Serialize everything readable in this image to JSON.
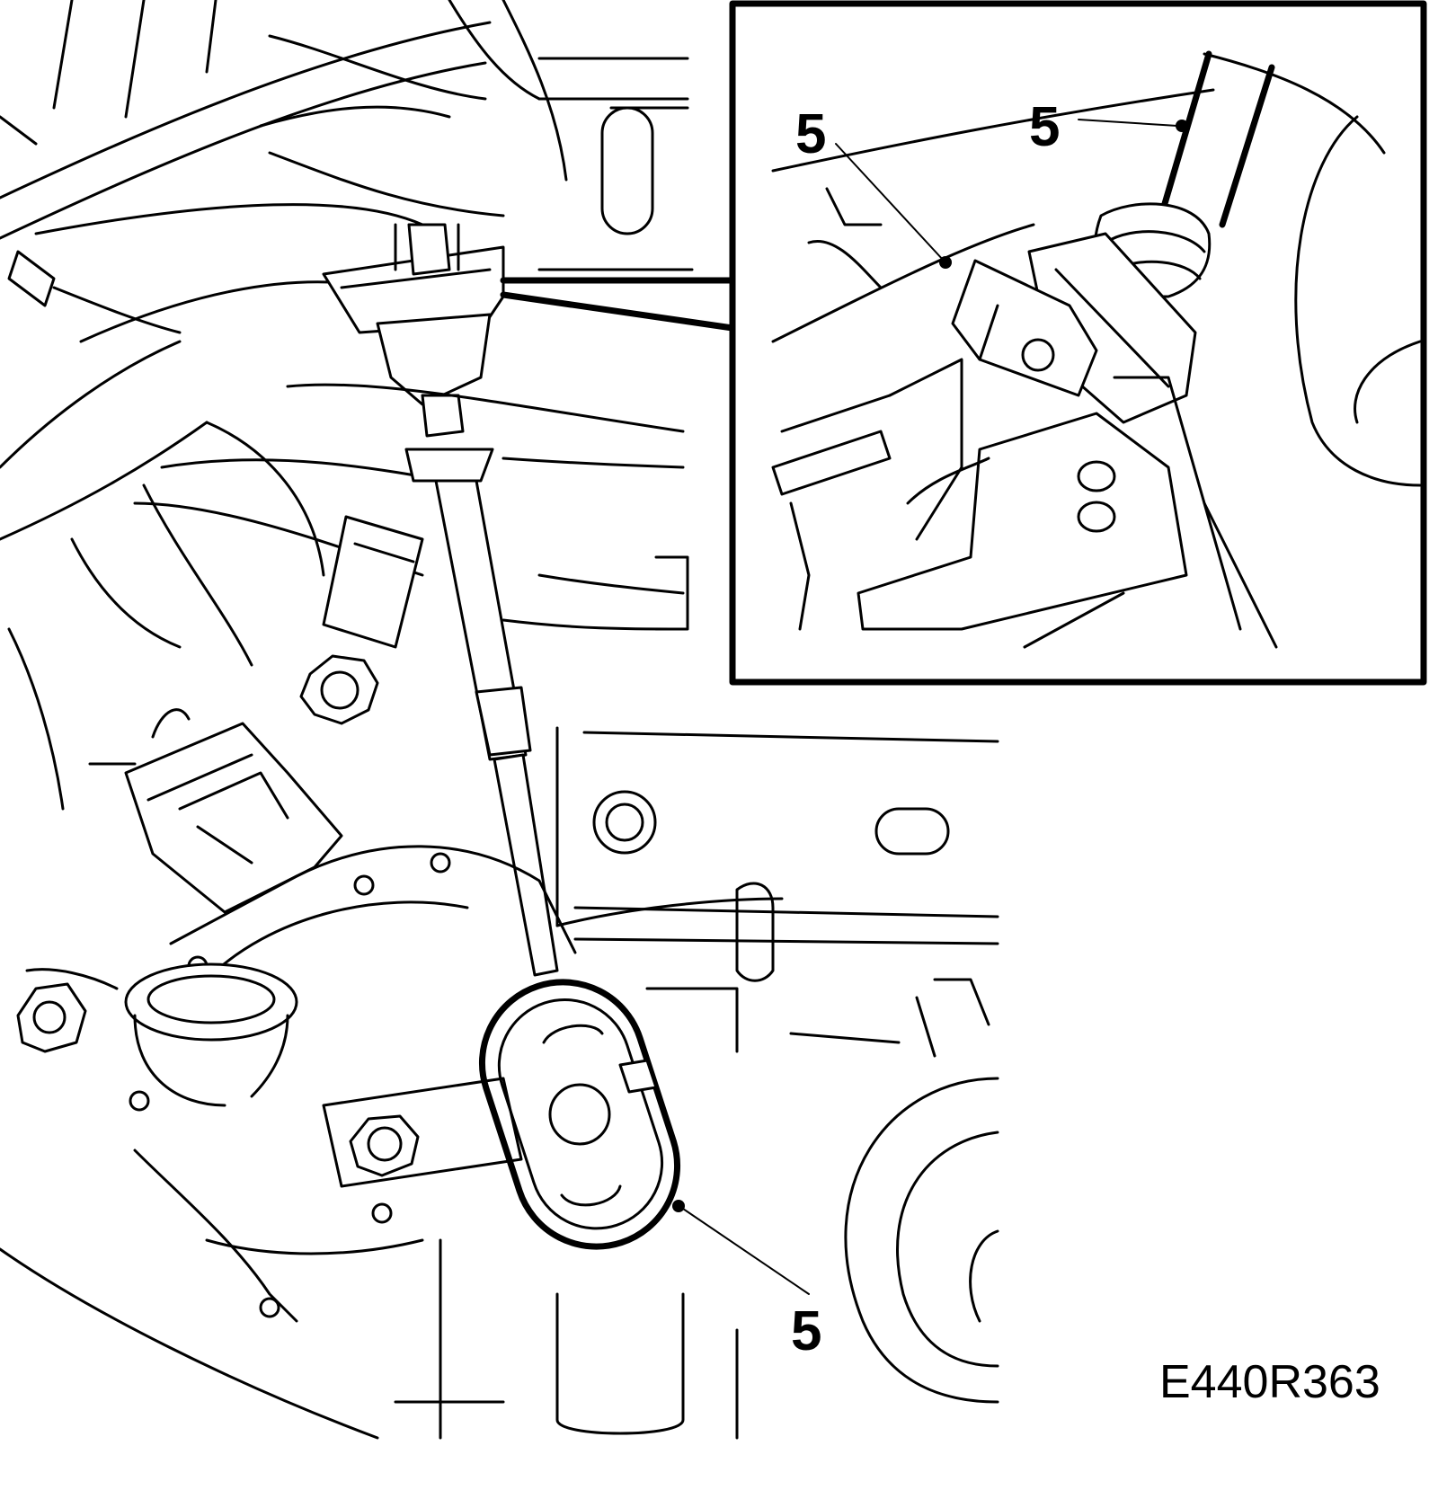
{
  "figure": {
    "reference_code": "E440R363"
  },
  "callouts": {
    "inset_left": "5",
    "inset_right": "5",
    "main": "5"
  }
}
